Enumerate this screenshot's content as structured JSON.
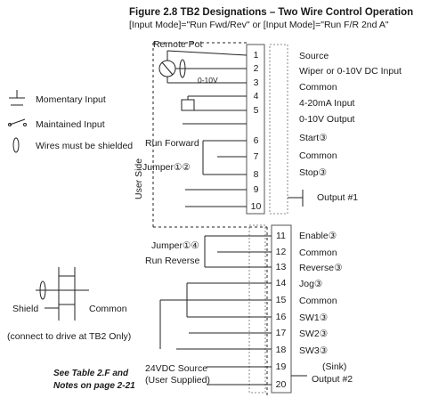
{
  "figure": {
    "title": "Figure 2.8  TB2 Designations – Two Wire Control Operation",
    "subtitle": "[Input Mode]=\"Run Fwd/Rev\" or [Input Mode]=\"Run F/R 2nd A\""
  },
  "legend": {
    "momentary": "Momentary Input",
    "maintained": "Maintained Input",
    "shielded": "Wires must be shielded"
  },
  "shield_diagram": {
    "shield": "Shield",
    "common": "Common",
    "note": "(connect to drive at TB2 Only)"
  },
  "see_note": {
    "line1": "See Table 2.F and",
    "line2": "Notes on page 2-21"
  },
  "left_labels": {
    "remote_pot": "Remote Pot",
    "range": "0-10V",
    "run_forward": "Run Forward",
    "jumper_top": "Jumper①②",
    "user_side": "User Side",
    "jumper_bottom": "Jumper①④",
    "run_reverse": "Run Reverse",
    "source_line1": "24VDC Source",
    "source_line2": "(User Supplied)"
  },
  "terminals": [
    {
      "num": "1",
      "label": "Source"
    },
    {
      "num": "2",
      "label": "Wiper or 0-10V DC Input"
    },
    {
      "num": "3",
      "label": "Common"
    },
    {
      "num": "4",
      "label": "4-20mA Input"
    },
    {
      "num": "5",
      "label": "0-10V Output"
    },
    {
      "num": "6",
      "label": "Start③"
    },
    {
      "num": "7",
      "label": "Common"
    },
    {
      "num": "8",
      "label": "Stop③"
    },
    {
      "num": "9",
      "label": ""
    },
    {
      "num": "10",
      "label": ""
    },
    {
      "num": "11",
      "label": "Enable③"
    },
    {
      "num": "12",
      "label": "Common"
    },
    {
      "num": "13",
      "label": "Reverse③"
    },
    {
      "num": "14",
      "label": "Jog③"
    },
    {
      "num": "15",
      "label": "Common"
    },
    {
      "num": "16",
      "label": "SW1③"
    },
    {
      "num": "17",
      "label": "SW2③"
    },
    {
      "num": "18",
      "label": "SW3③"
    },
    {
      "num": "19",
      "label": ""
    },
    {
      "num": "20",
      "label": ""
    }
  ],
  "outputs": {
    "output1": "Output #1",
    "sink": "(Sink)",
    "output2": "Output #2"
  }
}
